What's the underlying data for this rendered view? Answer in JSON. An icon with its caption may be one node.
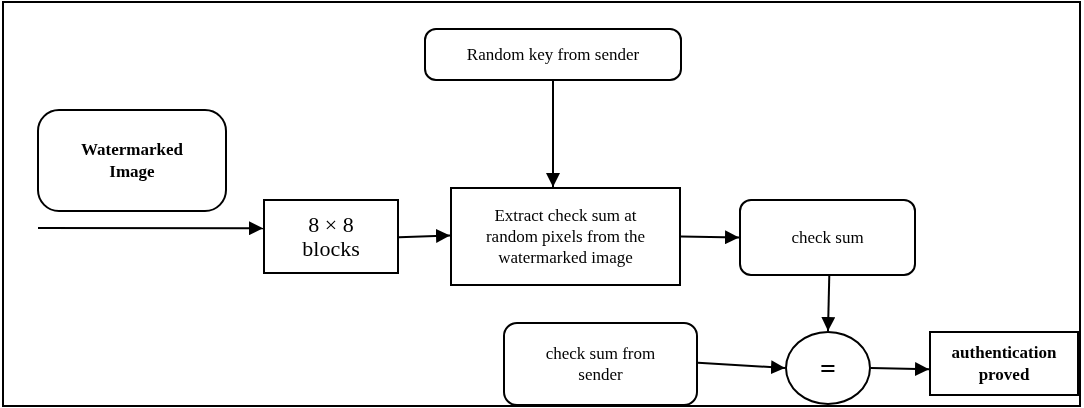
{
  "diagram": {
    "nodes": [
      {
        "text": [
          "Random key from sender"
        ]
      },
      {
        "text": [
          "Watermarked Image"
        ]
      },
      {
        "text": [
          "8 × 8 blocks"
        ]
      },
      {
        "text": [
          "Extract check sum at random pixels from the watermarked image"
        ]
      },
      {
        "text": [
          "check sum"
        ]
      },
      {
        "text": [
          "check sum from sender"
        ]
      },
      {
        "text": [
          "="
        ]
      },
      {
        "text": [
          "authentication proved"
        ]
      }
    ],
    "edges": [
      {
        "from": 0,
        "to": 3,
        "arrow": "to"
      },
      {
        "from": null,
        "to": 2,
        "arrow": "to"
      },
      {
        "from": 2,
        "to": 3,
        "arrow": "to"
      },
      {
        "from": 3,
        "to": 4,
        "arrow": "to"
      },
      {
        "from": 4,
        "to": 6,
        "arrow": "to"
      },
      {
        "from": 5,
        "to": 6,
        "arrow": "to"
      },
      {
        "from": 6,
        "to": 7,
        "arrow": "to"
      }
    ]
  }
}
